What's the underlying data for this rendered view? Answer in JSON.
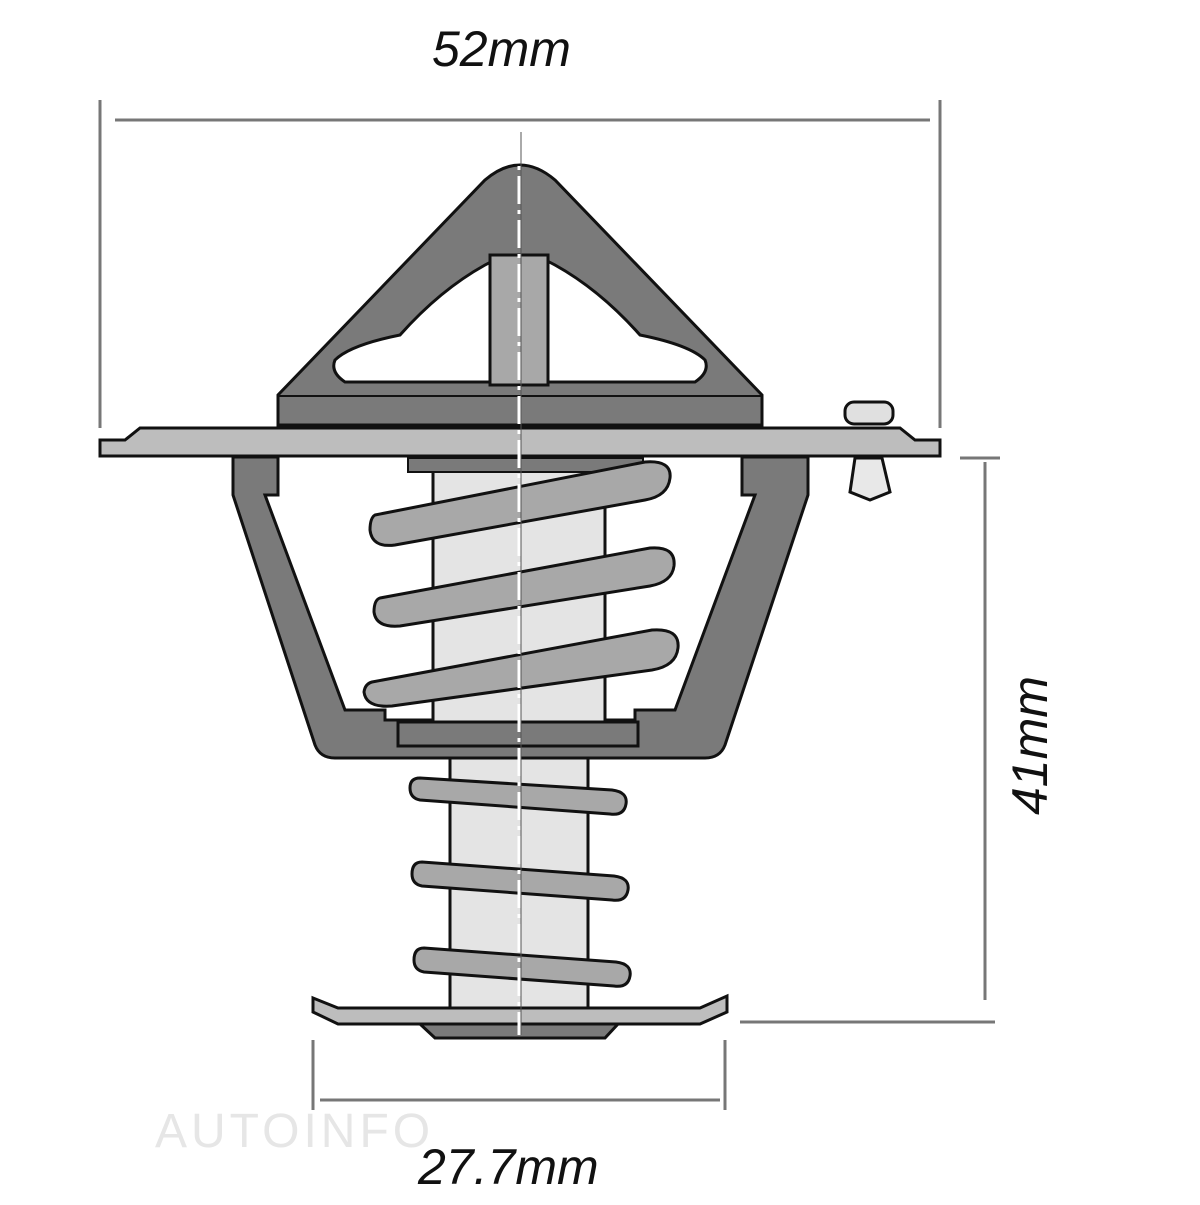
{
  "diagram": {
    "subject": "Engine thermostat technical drawing",
    "dimensions": {
      "overall_width": "52mm",
      "height": "41mm",
      "valve_diameter": "27.7mm"
    },
    "watermark": "AUTOINFO",
    "colors": {
      "background": "#ffffff",
      "outline": "#111111",
      "frame_dark": "#7a7a7a",
      "spring_mid": "#a8a8a8",
      "flange_light": "#bdbdbd",
      "piston_light": "#e4e4e4",
      "dimension_line": "#777777",
      "watermark": "#e6e6e6"
    }
  }
}
